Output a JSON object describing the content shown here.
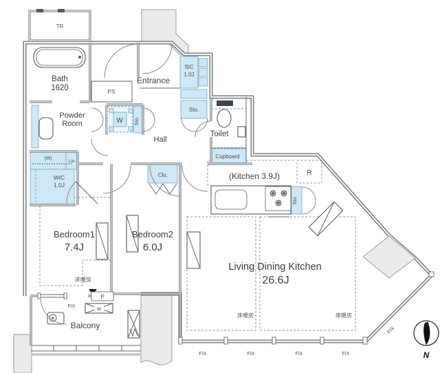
{
  "plan": {
    "type": "apartment-floor-plan",
    "colors": {
      "closet_fill": "#cfe8f5",
      "exterior_fill": "#e9eaeb",
      "wall": "#71777d",
      "needle": "#111111"
    },
    "labels": {
      "tr": "TR",
      "bath": "Bath",
      "bath_size": "1620",
      "ps": "PS",
      "entrance": "Entrance",
      "sic": "SIC",
      "sic_size": "1.0J",
      "sto": "Sto.",
      "powder_line1": "Powder",
      "powder_line2": "Room",
      "washer": "W",
      "hall": "Hall",
      "toilet": "Toilet",
      "cupboard": "Cupboard",
      "w_paren": "(W)",
      "linen": "Lin.",
      "wic": "WIC",
      "wic_size": "1.0J",
      "closet": "Clo.",
      "kitchen": "(Kitchen 3.9J)",
      "fridge": "R",
      "bedroom1": "Bedroom1",
      "bedroom1_size": "7.4J",
      "bedroom2": "Bedroom2",
      "bedroom2_size": "6.0J",
      "ldk": "Living Dining Kitchen",
      "ldk_size": "26.6J",
      "balcony": "Balcony",
      "meter": "M",
      "pipe": "P",
      "fix": "FIX",
      "floor_heating": "床暖房",
      "north": "N"
    }
  }
}
